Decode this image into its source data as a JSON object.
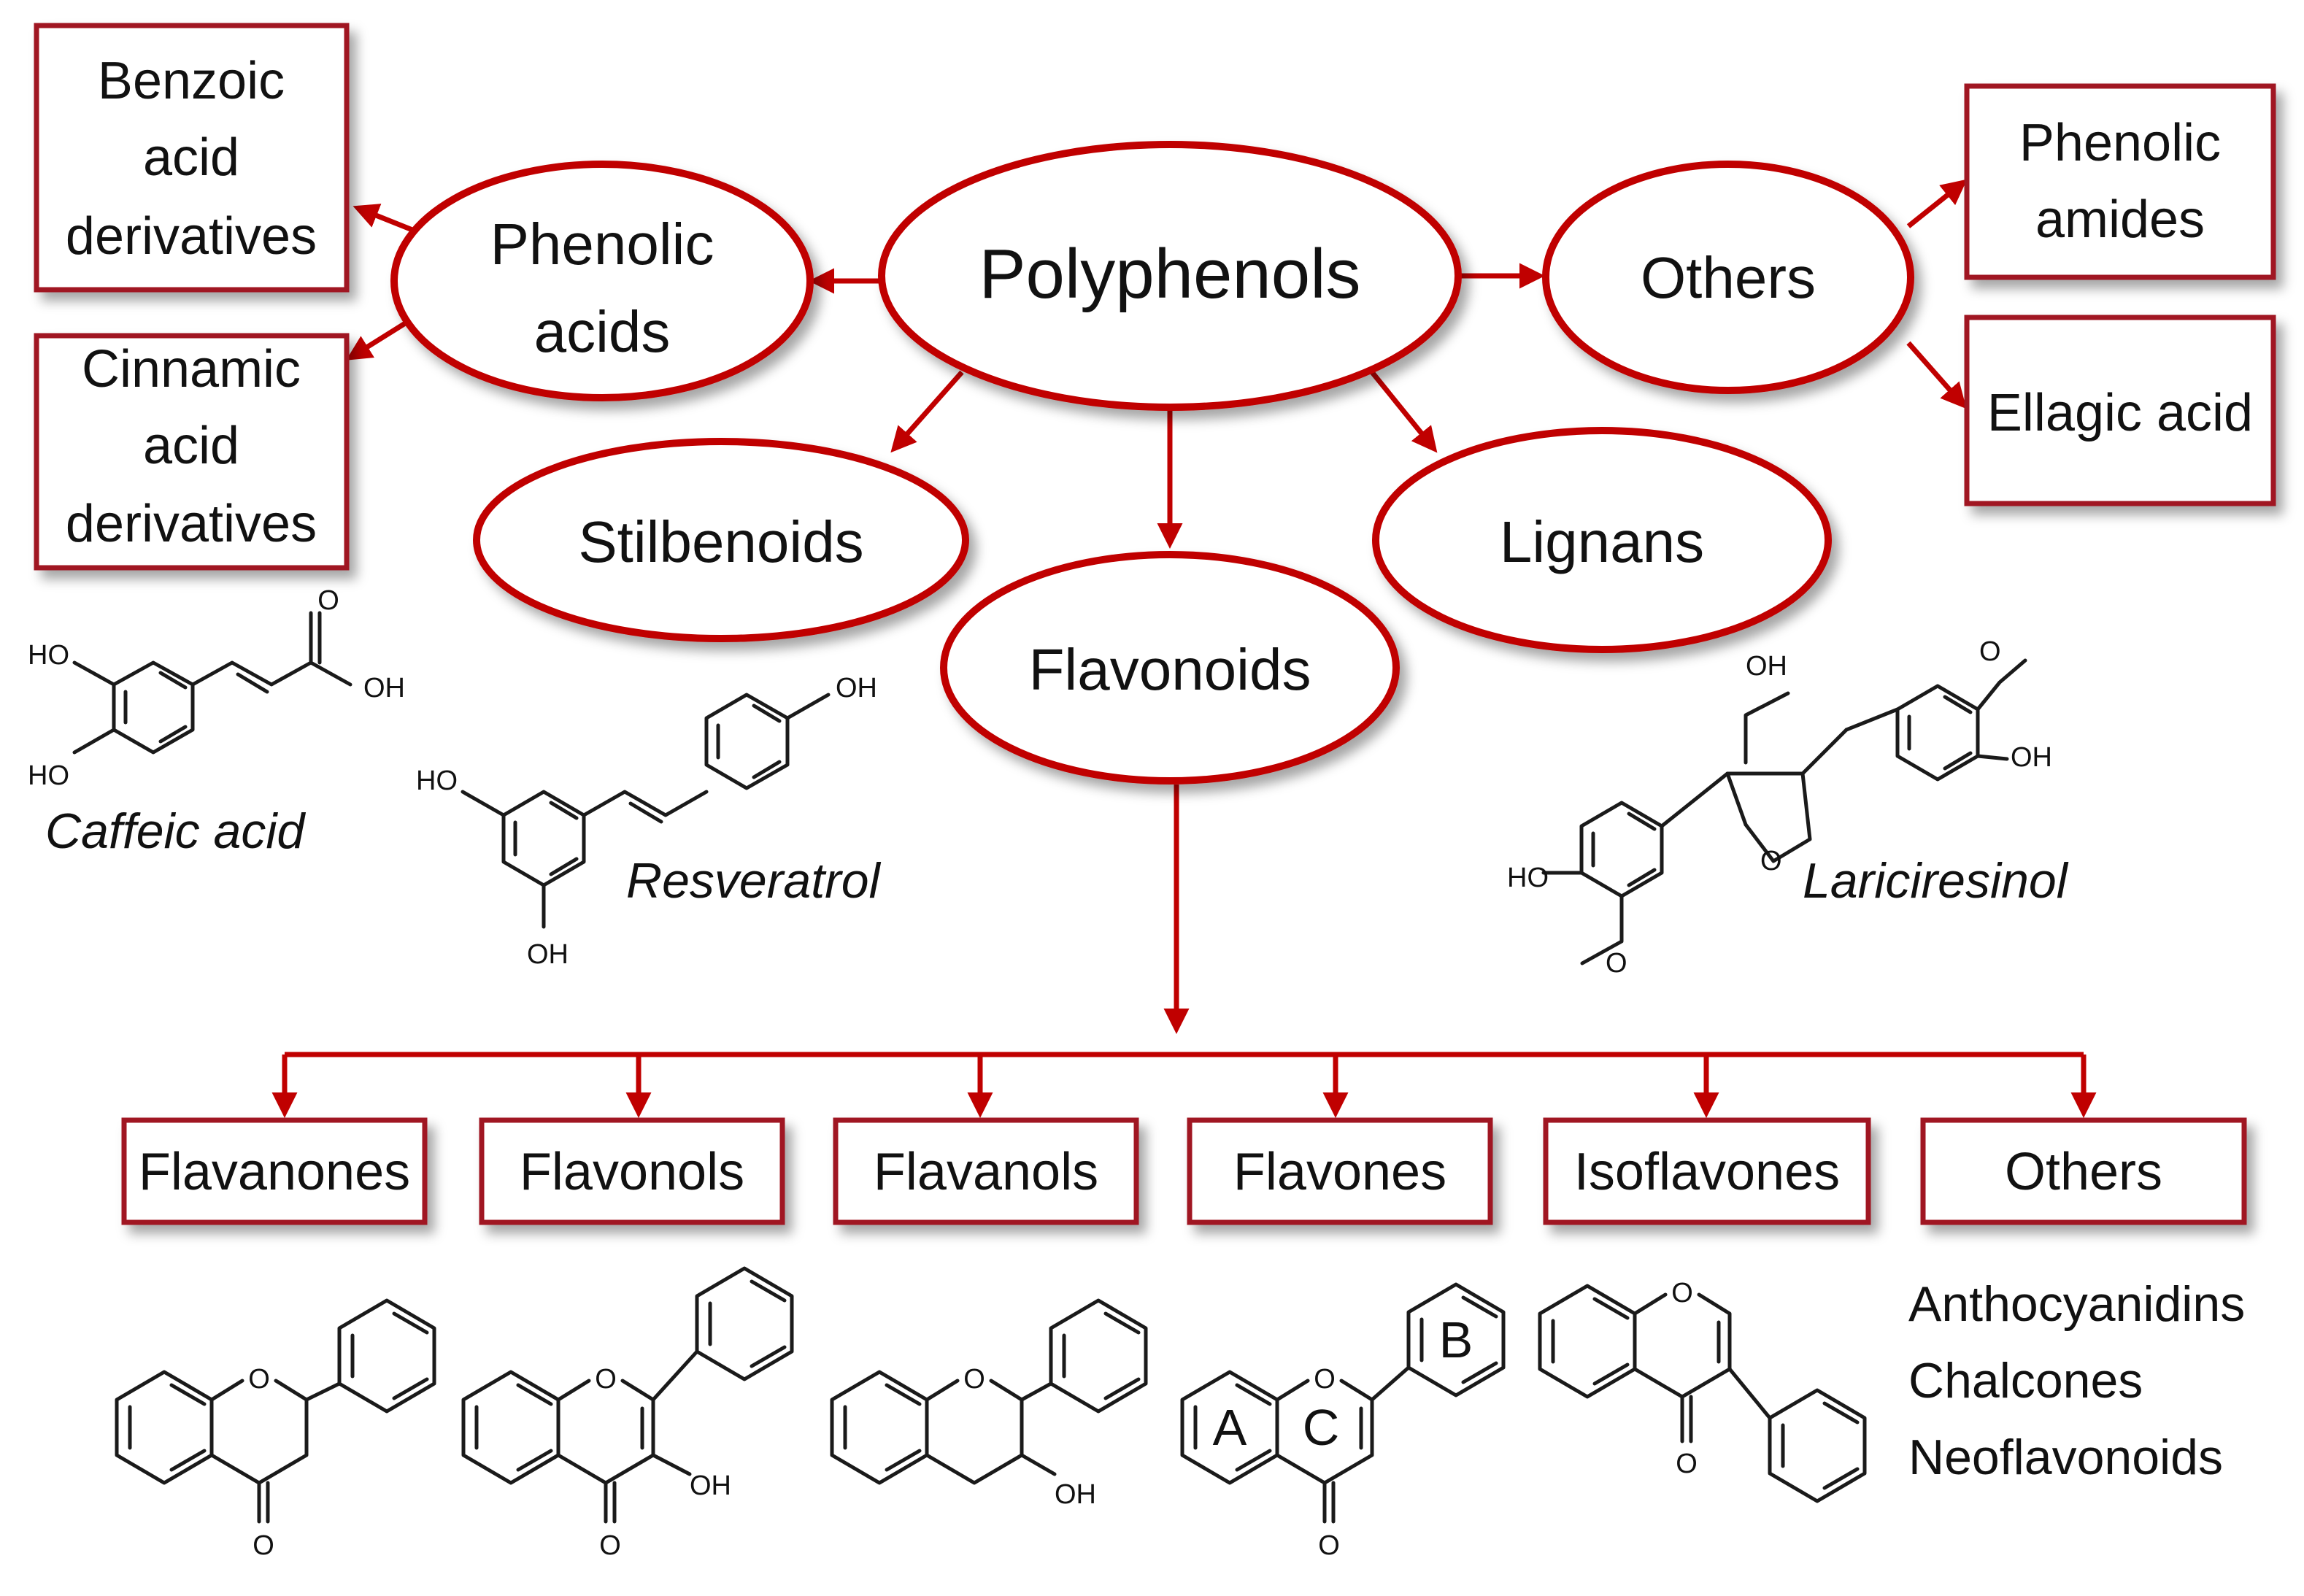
{
  "center": {
    "label": "Polyphenols"
  },
  "classes": {
    "phenolic_acids": [
      "Phenolic",
      "acids"
    ],
    "stilbenoids": "Stilbenoids",
    "flavonoids": "Flavonoids",
    "lignans": "Lignans",
    "others": "Others"
  },
  "phenolic_acid_types": {
    "benzoic": [
      "Benzoic",
      "acid",
      "derivatives"
    ],
    "cinnamic": [
      "Cinnamic",
      "acid",
      "derivatives"
    ]
  },
  "other_types": {
    "amides": [
      "Phenolic",
      "amides"
    ],
    "ellagic": "Ellagic acid"
  },
  "flavonoid_subclasses": [
    "Flavanones",
    "Flavonols",
    "Flavanols",
    "Flavones",
    "Isoflavones",
    "Others"
  ],
  "examples": {
    "caffeic": "Caffeic acid",
    "resveratrol": "Resveratrol",
    "lariciresinol": "Lariciresinol"
  },
  "other_flavonoids": [
    "Anthocyanidins",
    "Chalcones",
    "Neoflavonoids"
  ],
  "chem_labels": {
    "oh": "OH",
    "ho": "HO",
    "o": "O",
    "ring_a": "A",
    "ring_b": "B",
    "ring_c": "C"
  },
  "colors": {
    "accent": "#c00000",
    "box_border": "#a01820"
  }
}
